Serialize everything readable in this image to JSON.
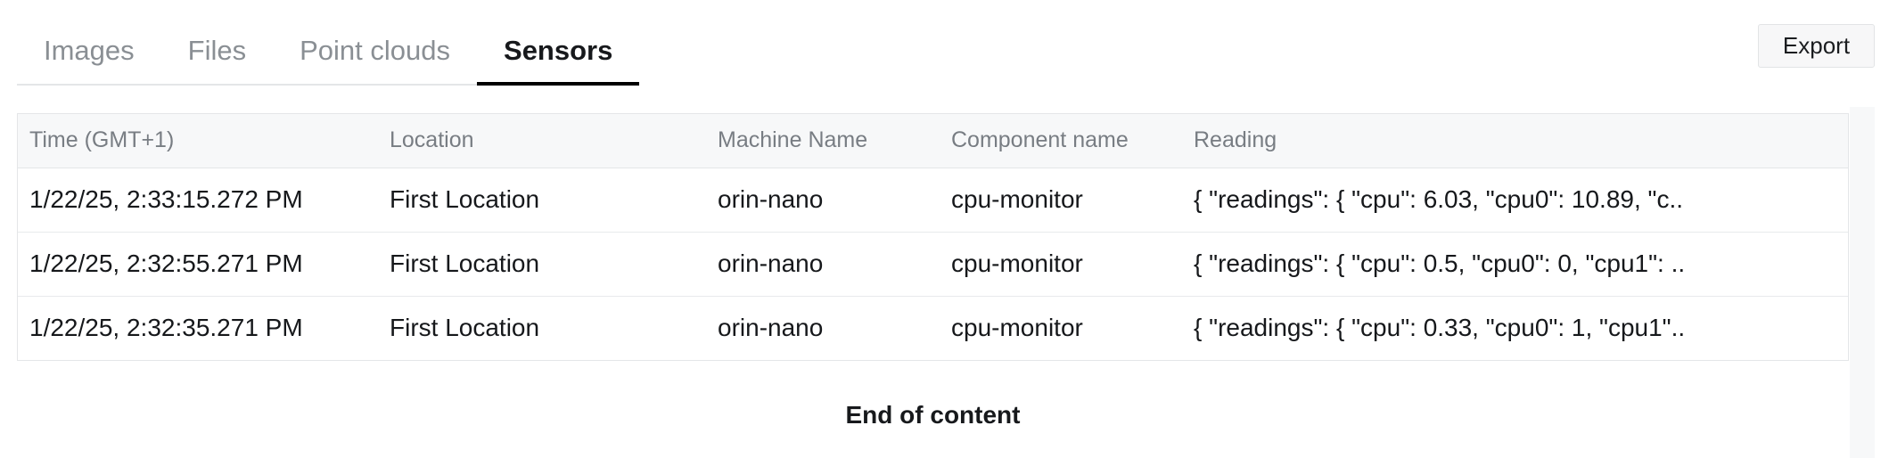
{
  "tabs": [
    {
      "label": "Images",
      "active": false
    },
    {
      "label": "Files",
      "active": false
    },
    {
      "label": "Point clouds",
      "active": false
    },
    {
      "label": "Sensors",
      "active": true
    }
  ],
  "toolbar": {
    "export_label": "Export"
  },
  "table": {
    "columns": [
      "Time (GMT+1)",
      "Location",
      "Machine Name",
      "Component name",
      "Reading"
    ],
    "rows": [
      {
        "time": "1/22/25, 2:33:15.272 PM",
        "location": "First Location",
        "machine": "orin-nano",
        "component": "cpu-monitor",
        "reading": "{ \"readings\": { \"cpu\": 6.03, \"cpu0\": 10.89, \"c.."
      },
      {
        "time": "1/22/25, 2:32:55.271 PM",
        "location": "First Location",
        "machine": "orin-nano",
        "component": "cpu-monitor",
        "reading": "{ \"readings\": { \"cpu\": 0.5, \"cpu0\": 0, \"cpu1\": .."
      },
      {
        "time": "1/22/25, 2:32:35.271 PM",
        "location": "First Location",
        "machine": "orin-nano",
        "component": "cpu-monitor",
        "reading": "{ \"readings\": { \"cpu\": 0.33, \"cpu0\": 1, \"cpu1\".."
      }
    ]
  },
  "footer": {
    "end_of_content": "End of content"
  },
  "colors": {
    "active_tab_underline": "#000000",
    "inactive_tab_text": "#8a8f94",
    "border": "#e4e6e8",
    "header_bg": "#f7f8f9",
    "header_text": "#787d83",
    "body_text": "#16181b",
    "button_bg": "#f7f7f8"
  }
}
